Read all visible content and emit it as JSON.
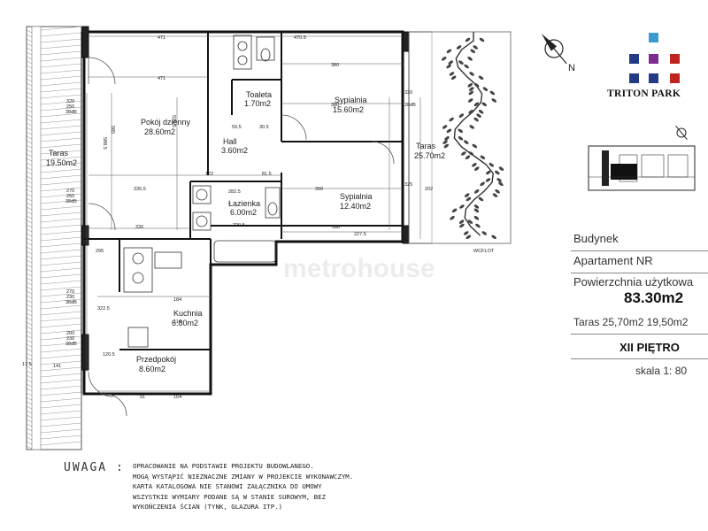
{
  "rooms": [
    {
      "name": "Pokój dzienny",
      "area": "28.60m2"
    },
    {
      "name": "Toaleta",
      "area": "1.70m2"
    },
    {
      "name": "Sypialnia",
      "area": "15.60m2"
    },
    {
      "name": "Hall",
      "area": "3.60m2"
    },
    {
      "name": "Taras",
      "area": "25.70m2"
    },
    {
      "name": "Taras",
      "area": "19.50m2"
    },
    {
      "name": "Łazienka",
      "area": "6.00m2"
    },
    {
      "name": "Sypialnia",
      "area": "12.40m2"
    },
    {
      "name": "Kuchnia",
      "area": "6.80m2"
    },
    {
      "name": "Przedpokój",
      "area": "8.60m2"
    }
  ],
  "dimensions": [
    "471",
    "470.5",
    "471",
    "380",
    "380",
    "535.5",
    "588.5",
    "585",
    "59.5",
    "30.5",
    "81.5",
    "122",
    "335.5",
    "390",
    "282.5",
    "388",
    "227.5",
    "336",
    "220.5",
    "295",
    "184",
    "114",
    "120.5",
    "322.5",
    "141",
    "91",
    "164",
    "320",
    "250",
    "38dB",
    "270",
    "250",
    "38dB",
    "270",
    "230",
    "38dB",
    "200",
    "230",
    "38dB",
    "17.5",
    "325",
    "202",
    "320",
    "28dB",
    "WCFLOT"
  ],
  "brand": {
    "name": "TRITON PARK",
    "colors": [
      "#3c9ad2",
      "#233a85",
      "#7d2b8c",
      "#c0241f"
    ]
  },
  "compass": {
    "label": "N"
  },
  "info": {
    "building_label": "Budynek",
    "apartment_label": "Apartament NR",
    "area_label": "Powierzchnia użytkowa",
    "area_value": "83.30m2",
    "terraces": "Taras 25,70m2 19,50m2",
    "floor": "XII PIĘTRO",
    "scale": "skala 1:  80"
  },
  "watermark": "metrohouse",
  "notes": {
    "title": "UWAGA :",
    "lines": [
      "OPRACOWANIE NA PODSTAWIE PROJEKTU BUDOWLANEGO.",
      "MOGĄ WYSTĄPIĆ NIEZNACZNE ZMIANY W PROJEKCIE WYKONAWCZYM.",
      "KARTA KATALOGOWA NIE STANOWI ZAŁĄCZNIKA DO UMOWY",
      "WSZYSTKIE WYMIARY PODANE SĄ W STANIE SUROWYM, BEZ",
      "WYKOŃCZENIA ŚCIAN (TYNK, GLAZURA ITP.)"
    ]
  }
}
